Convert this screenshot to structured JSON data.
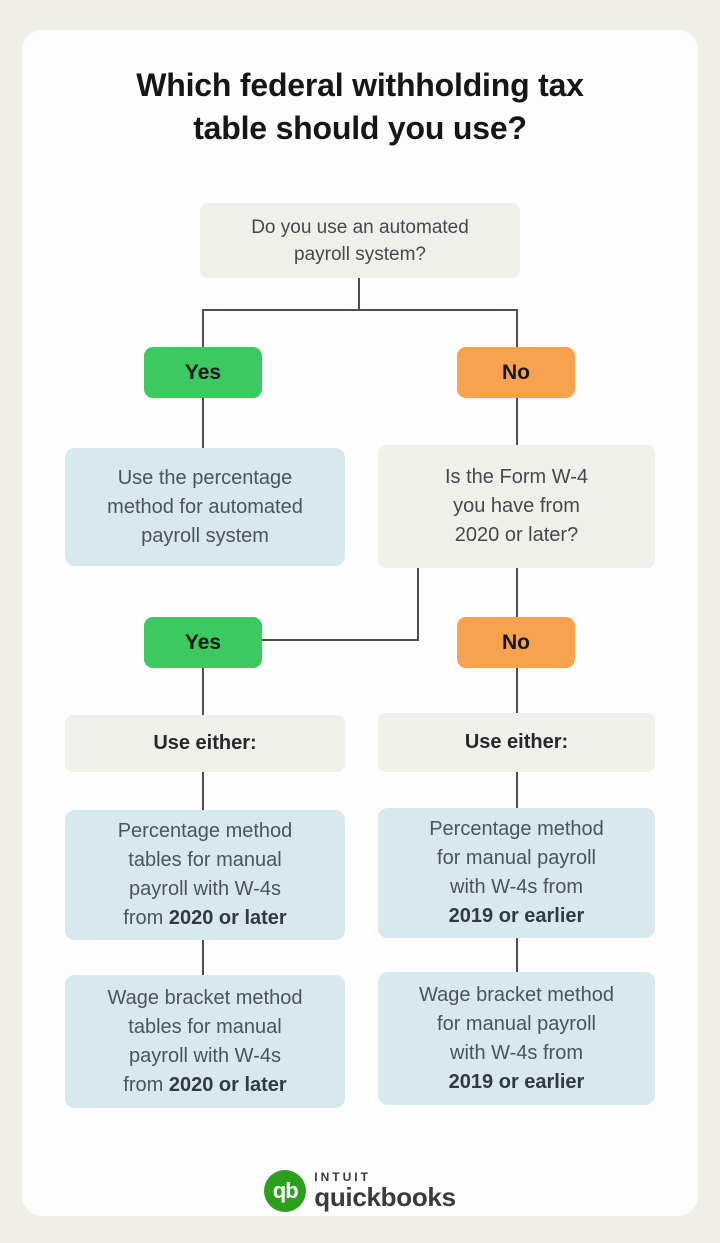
{
  "title": {
    "line1": "Which federal withholding tax",
    "line2": "table should you use?"
  },
  "flow": {
    "question1": {
      "line1": "Do you use an automated",
      "line2": "payroll system?"
    },
    "yes1": "Yes",
    "no1": "No",
    "automated_result": {
      "line1": "Use the percentage",
      "line2": "method for automated",
      "line3": "payroll system"
    },
    "question2": {
      "line1": "Is the Form W-4",
      "line2": "you have from",
      "line3": "2020 or later?"
    },
    "yes2": "Yes",
    "no2": "No",
    "use_either_left": "Use either:",
    "use_either_right": "Use either:",
    "left_result1": {
      "line1": "Percentage method",
      "line2": "tables for manual",
      "line3": "payroll with W-4s",
      "last_prefix": "from ",
      "last_bold": "2020 or later"
    },
    "left_result2": {
      "line1": "Wage bracket method",
      "line2": "tables for manual",
      "line3": "payroll with W-4s",
      "last_prefix": "from ",
      "last_bold": "2020 or later"
    },
    "right_result1": {
      "line1": "Percentage method",
      "line2": "for manual payroll",
      "line3": "with W-4s from",
      "last_prefix": "",
      "last_bold": "2019 or earlier"
    },
    "right_result2": {
      "line1": "Wage bracket method",
      "line2": "for manual payroll",
      "line3": "with W-4s from",
      "last_prefix": "",
      "last_bold": "2019 or earlier"
    }
  },
  "logo": {
    "monogram": "qb",
    "brand_top": "INTUIT",
    "brand_bottom": "quickbooks"
  },
  "colors": {
    "page_background": "#EFEFE8",
    "card_background": "#FDFDFD",
    "grey_box": "#F0F0EA",
    "blue_box": "#D7E8EE",
    "yes_green": "#3CC95F",
    "no_orange": "#F7A24F",
    "connector": "#475059",
    "quickbooks_green": "#2CA01C",
    "body_text": "#4A545C",
    "title_text": "#161616"
  }
}
